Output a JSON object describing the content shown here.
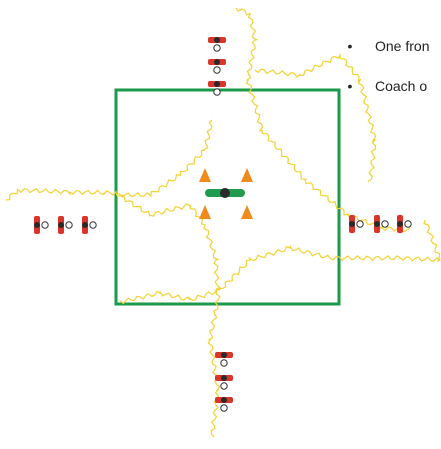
{
  "bullets": [
    {
      "text": "One fron"
    },
    {
      "text": "Coach o"
    }
  ],
  "colors": {
    "square": "#1a9a4a",
    "wave": "#f2d233",
    "cone": "#f08a1c",
    "player_red": "#d9352a",
    "player_dark": "#2a2a2a",
    "center_green": "#1f9a4e"
  },
  "icons": [
    "bullet-dot",
    "player-marker-icon",
    "cone-icon",
    "center-bar-icon"
  ]
}
